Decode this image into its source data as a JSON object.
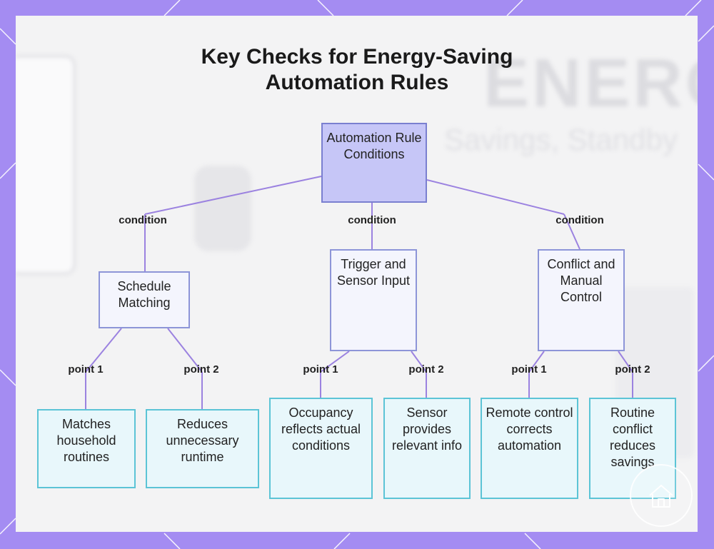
{
  "title": "Key Checks for Energy-Saving Automation Rules",
  "background_text": {
    "big": "ENERG",
    "small": "Savings, Standby"
  },
  "colors": {
    "frame": "#a48cf2",
    "connector": "#9b82e0",
    "root_fill": "#c6c6f7",
    "mid_fill": "#f4f5fd",
    "leaf_fill": "#e8f7fb",
    "leaf_border": "#5cc4d6"
  },
  "root": {
    "label": "Automation Rule Conditions"
  },
  "branches": [
    {
      "edge_label": "condition",
      "label": "Schedule Matching",
      "points": [
        {
          "edge_label": "point 1",
          "label": "Matches household routines"
        },
        {
          "edge_label": "point 2",
          "label": "Reduces unnecessary runtime"
        }
      ]
    },
    {
      "edge_label": "condition",
      "label": "Trigger and Sensor Input",
      "points": [
        {
          "edge_label": "point 1",
          "label": "Occupancy reflects actual conditions"
        },
        {
          "edge_label": "point 2",
          "label": "Sensor provides relevant info"
        }
      ]
    },
    {
      "edge_label": "condition",
      "label": "Conflict and Manual Control",
      "points": [
        {
          "edge_label": "point 1",
          "label": "Remote control corrects automation"
        },
        {
          "edge_label": "point 2",
          "label": "Routine conflict reduces savings"
        }
      ]
    }
  ],
  "badge_icon": "home-icon"
}
